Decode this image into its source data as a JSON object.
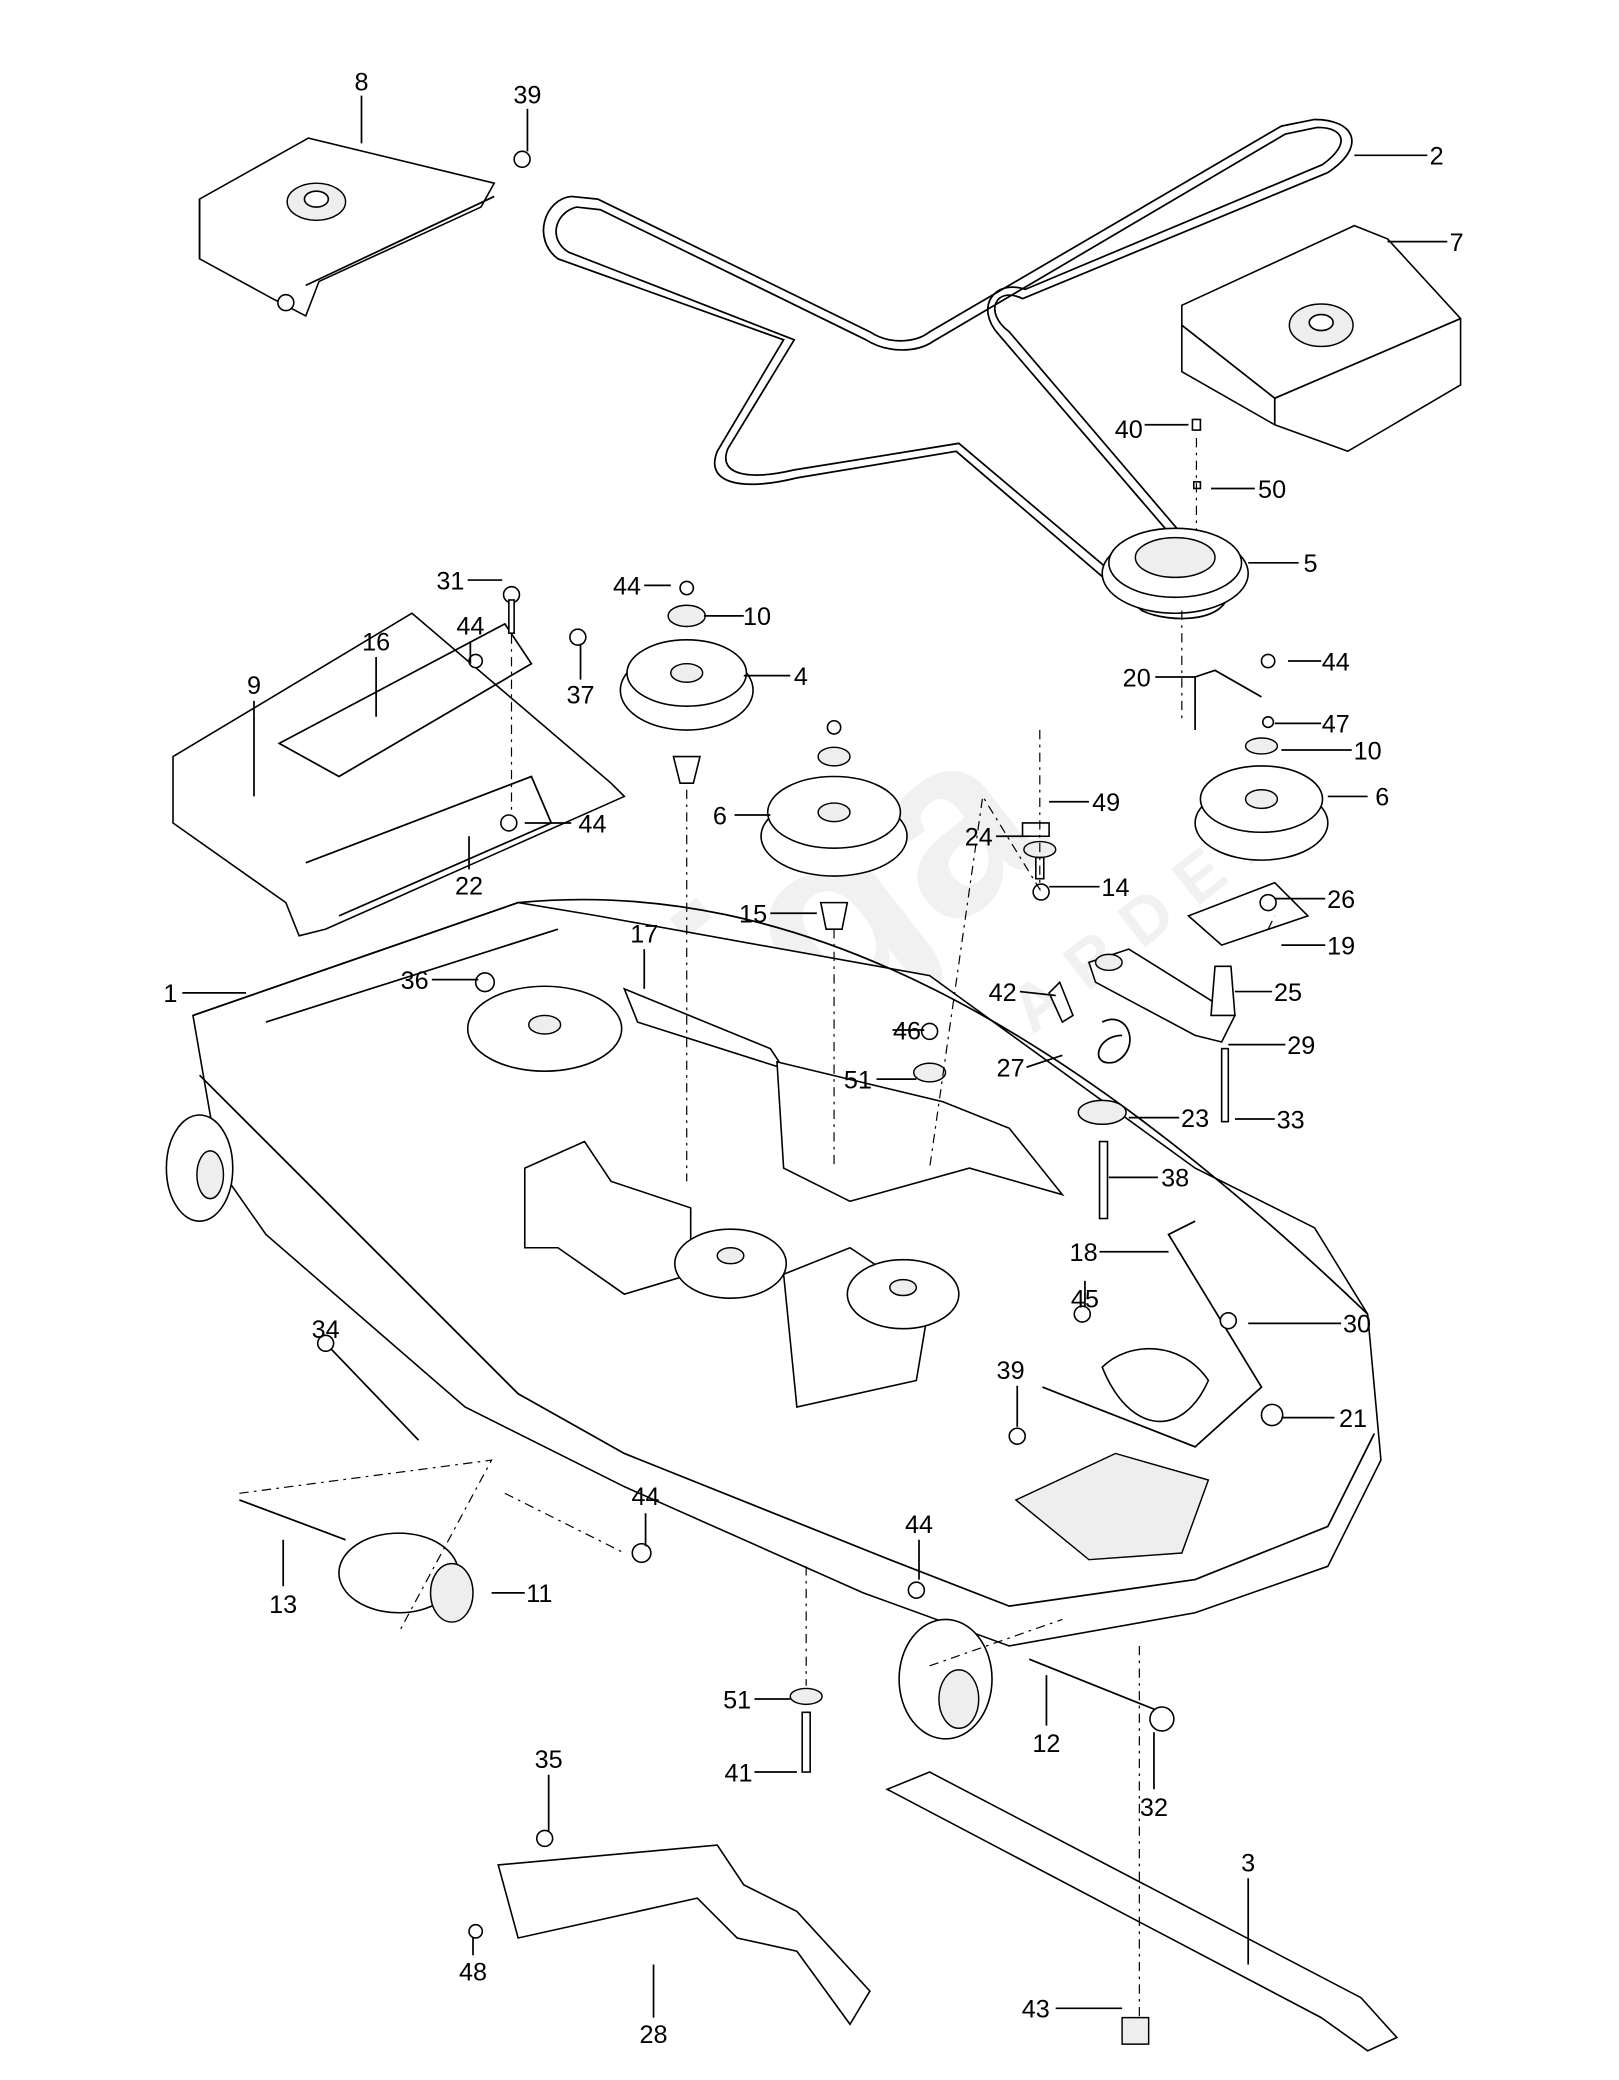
{
  "diagram": {
    "type": "exploded parts diagram",
    "watermark": "Stiga GARDEN",
    "line_color": "#000000",
    "background": "#ffffff"
  },
  "callouts": [
    "8",
    "39",
    "2",
    "7",
    "40",
    "50",
    "5",
    "31",
    "44",
    "10",
    "9",
    "16",
    "44",
    "37",
    "4",
    "20",
    "44",
    "47",
    "10",
    "6",
    "6",
    "49",
    "24",
    "44",
    "22",
    "14",
    "26",
    "15",
    "19",
    "17",
    "36",
    "42",
    "25",
    "1",
    "29",
    "46",
    "51",
    "27",
    "23",
    "33",
    "38",
    "18",
    "45",
    "30",
    "39",
    "21",
    "34",
    "44",
    "44",
    "13",
    "11",
    "51",
    "12",
    "41",
    "32",
    "35",
    "3",
    "48",
    "43",
    "28"
  ]
}
